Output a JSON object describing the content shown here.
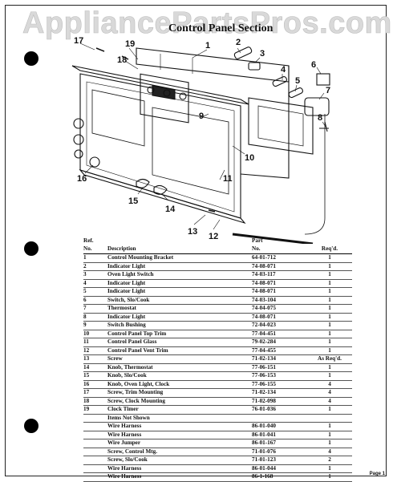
{
  "watermark": "AppliancePartsPros.com",
  "title": "Control Panel Section",
  "callouts": [
    "17",
    "19",
    "18",
    "1",
    "2",
    "3",
    "4",
    "5",
    "6",
    "7",
    "8",
    "9",
    "10",
    "11",
    "12",
    "13",
    "14",
    "15",
    "16"
  ],
  "table": {
    "headers": {
      "ref_line1": "Ref.",
      "ref_line2": "No.",
      "description": "Description",
      "part_line1": "Part",
      "part_line2": "No.",
      "qty": "Req'd."
    },
    "rows": [
      {
        "ref": "1",
        "desc": "Control Mounting Bracket",
        "part": "64-01-712",
        "qty": "1"
      },
      {
        "ref": "2",
        "desc": "Indicator Light",
        "part": "74-08-071",
        "qty": "1"
      },
      {
        "ref": "3",
        "desc": "Oven Light Switch",
        "part": "74-03-117",
        "qty": "1"
      },
      {
        "ref": "4",
        "desc": "Indicator Light",
        "part": "74-08-071",
        "qty": "1"
      },
      {
        "ref": "5",
        "desc": "Indicator Light",
        "part": "74-08-071",
        "qty": "1"
      },
      {
        "ref": "6",
        "desc": "Switch, Slo/Cook",
        "part": "74-03-104",
        "qty": "1"
      },
      {
        "ref": "7",
        "desc": "Thermostat",
        "part": "74-04-075",
        "qty": "1"
      },
      {
        "ref": "8",
        "desc": "Indicator Light",
        "part": "74-08-071",
        "qty": "1"
      },
      {
        "ref": "9",
        "desc": "Switch Bushing",
        "part": "72-04-023",
        "qty": "1"
      },
      {
        "ref": "10",
        "desc": "Control Panel Top Trim",
        "part": "77-04-451",
        "qty": "1"
      },
      {
        "ref": "11",
        "desc": "Control Panel Glass",
        "part": "79-02-284",
        "qty": "1"
      },
      {
        "ref": "12",
        "desc": "Control Panel Vent Trim",
        "part": "77-04-455",
        "qty": "1"
      },
      {
        "ref": "13",
        "desc": "Screw",
        "part": "71-02-134",
        "qty": "As Req'd."
      },
      {
        "ref": "14",
        "desc": "Knob, Thermostat",
        "part": "77-06-151",
        "qty": "1"
      },
      {
        "ref": "15",
        "desc": "Knob, Slo/Cook",
        "part": "77-06-153",
        "qty": "1"
      },
      {
        "ref": "16",
        "desc": "Knob, Oven Light, Clock",
        "part": "77-06-155",
        "qty": "4"
      },
      {
        "ref": "17",
        "desc": "Screw, Trim Mounting",
        "part": "71-02-134",
        "qty": "4"
      },
      {
        "ref": "18",
        "desc": "Screw, Clock Mounting",
        "part": "71-02-098",
        "qty": "4"
      },
      {
        "ref": "19",
        "desc": "Clock Timer",
        "part": "76-01-036",
        "qty": "1"
      },
      {
        "ref": "",
        "desc": "Items Not Shown",
        "part": "",
        "qty": ""
      },
      {
        "ref": "",
        "desc": "Wire Harness",
        "part": "86-01-040",
        "qty": "1"
      },
      {
        "ref": "",
        "desc": "Wire Harness",
        "part": "86-01-041",
        "qty": "1"
      },
      {
        "ref": "",
        "desc": "Wire Jumper",
        "part": "86-01-167",
        "qty": "1"
      },
      {
        "ref": "",
        "desc": "Screw, Control Mtg.",
        "part": "71-01-076",
        "qty": "4"
      },
      {
        "ref": "",
        "desc": "Screw, Slo/Cook",
        "part": "71-01-123",
        "qty": "2"
      },
      {
        "ref": "",
        "desc": "Wire Harness",
        "part": "86-01-044",
        "qty": "1"
      },
      {
        "ref": "",
        "desc": "Wire Harness",
        "part": "86-1-168",
        "qty": "1"
      }
    ]
  },
  "page_label": "Page 1"
}
